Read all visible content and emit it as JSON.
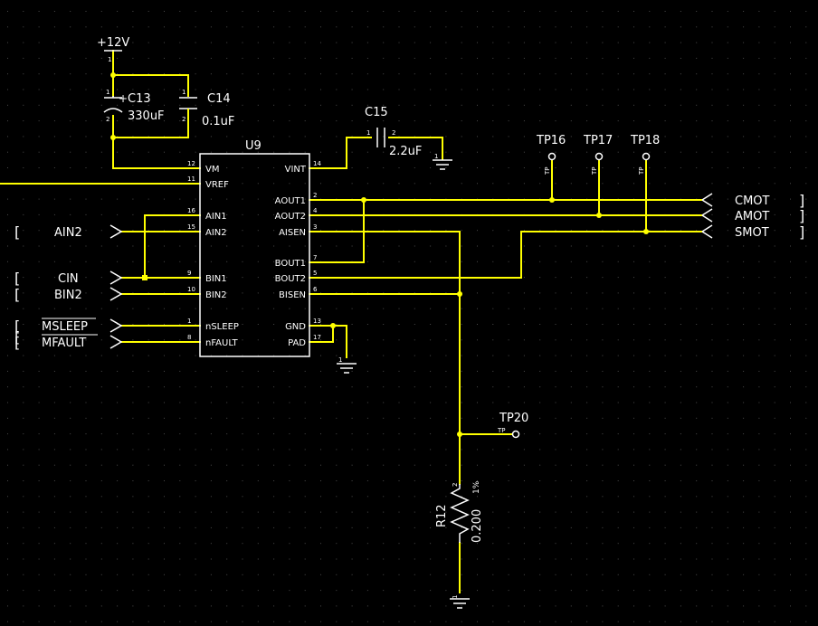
{
  "colors": {
    "background": "#000000",
    "wire": "#ffff00",
    "text": "#ffffff",
    "grid": "#4a4a4a",
    "component": "#ffffff"
  },
  "power": {
    "label": "+12V",
    "pin": "1"
  },
  "c13": {
    "ref": "C13",
    "value": "330uF",
    "pin1": "1",
    "pin2": "2",
    "polarity": "+"
  },
  "c14": {
    "ref": "C14",
    "value": "0.1uF",
    "pin1": "1",
    "pin2": "2"
  },
  "c15": {
    "ref": "C15",
    "value": "2.2uF",
    "pin1": "1",
    "pin2": "2"
  },
  "u9": {
    "ref": "U9",
    "left_pins": [
      {
        "num": "12",
        "name": "VM"
      },
      {
        "num": "11",
        "name": "VREF"
      },
      {
        "num": "16",
        "name": "AIN1"
      },
      {
        "num": "15",
        "name": "AIN2"
      },
      {
        "num": "9",
        "name": "BIN1"
      },
      {
        "num": "10",
        "name": "BIN2"
      },
      {
        "num": "1",
        "name": "nSLEEP"
      },
      {
        "num": "8",
        "name": "nFAULT"
      }
    ],
    "right_pins": [
      {
        "num": "14",
        "name": "VINT"
      },
      {
        "num": "2",
        "name": "AOUT1"
      },
      {
        "num": "4",
        "name": "AOUT2"
      },
      {
        "num": "3",
        "name": "AISEN"
      },
      {
        "num": "7",
        "name": "BOUT1"
      },
      {
        "num": "5",
        "name": "BOUT2"
      },
      {
        "num": "6",
        "name": "BISEN"
      },
      {
        "num": "13",
        "name": "GND"
      },
      {
        "num": "17",
        "name": "PAD"
      }
    ]
  },
  "left_ports": [
    {
      "label": "AIN2",
      "bracket": "["
    },
    {
      "label": "CIN",
      "bracket": "["
    },
    {
      "label": "BIN2",
      "bracket": "["
    },
    {
      "label": "MSLEEP",
      "bracket": "["
    },
    {
      "label": "MFAULT",
      "bracket": "["
    }
  ],
  "right_ports": [
    {
      "label": "CMOT",
      "bracket": "]"
    },
    {
      "label": "AMOT",
      "bracket": "]"
    },
    {
      "label": "SMOT",
      "bracket": "]"
    }
  ],
  "testpoints": [
    {
      "ref": "TP16",
      "tag": "TP"
    },
    {
      "ref": "TP17",
      "tag": "TP"
    },
    {
      "ref": "TP18",
      "tag": "TP"
    },
    {
      "ref": "TP20",
      "tag": "TP"
    }
  ],
  "r12": {
    "ref": "R12",
    "value": "0.200",
    "tolerance": "1%",
    "pin1": "1",
    "pin2": "2"
  }
}
